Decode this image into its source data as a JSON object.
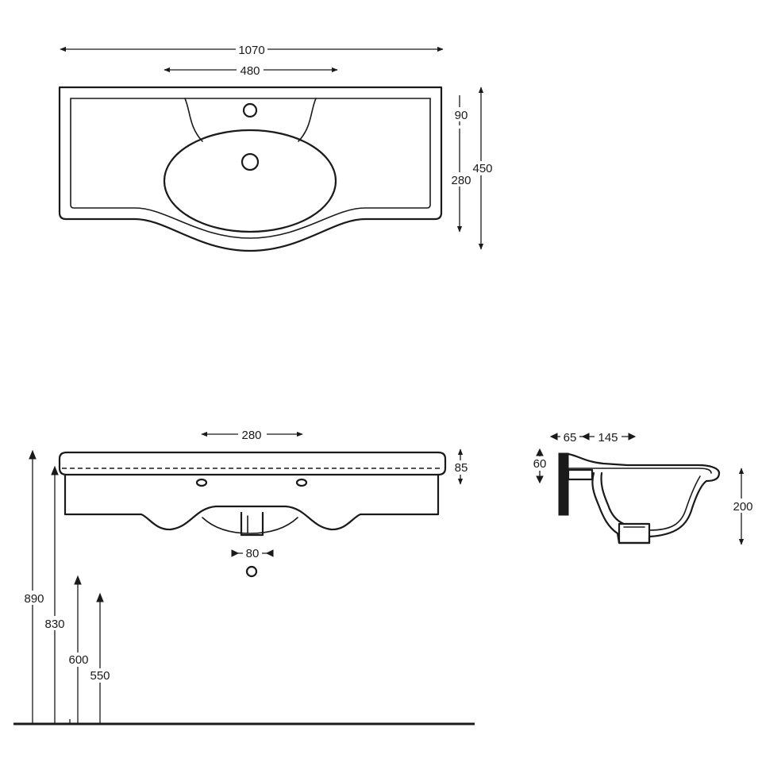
{
  "top_view": {
    "width_total": "1070",
    "width_basin": "480",
    "depth_tap": "90",
    "depth_basin": "280",
    "depth_total": "450"
  },
  "front_view": {
    "tap_spacing": "280",
    "rim_height": "85",
    "waste_width": "80",
    "height_890": "890",
    "height_830": "830",
    "height_600": "600",
    "height_550": "550"
  },
  "side_view": {
    "wall_gap": "65",
    "projection": "145",
    "back_height": "60",
    "bowl_height": "200"
  }
}
